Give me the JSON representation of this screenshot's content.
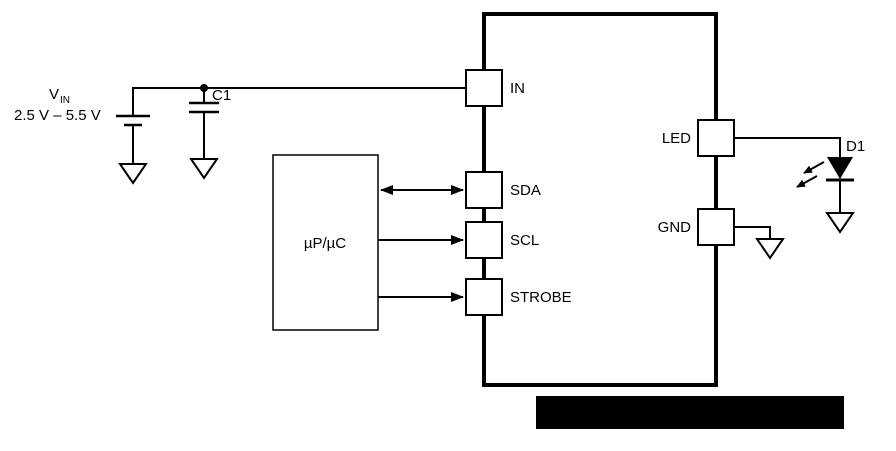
{
  "diagram": {
    "supply": {
      "label_main": "V",
      "label_sub": "IN",
      "range": "2.5 V – 5.5 V"
    },
    "capacitor_label": "C1",
    "mcu_label": "µP/µC",
    "pins": {
      "in": "IN",
      "sda": "SDA",
      "scl": "SCL",
      "strobe": "STROBE",
      "led": "LED",
      "gnd": "GND"
    },
    "diode_label": "D1",
    "colors": {
      "line": "#000000",
      "background": "#ffffff",
      "redaction": "#000000"
    }
  }
}
